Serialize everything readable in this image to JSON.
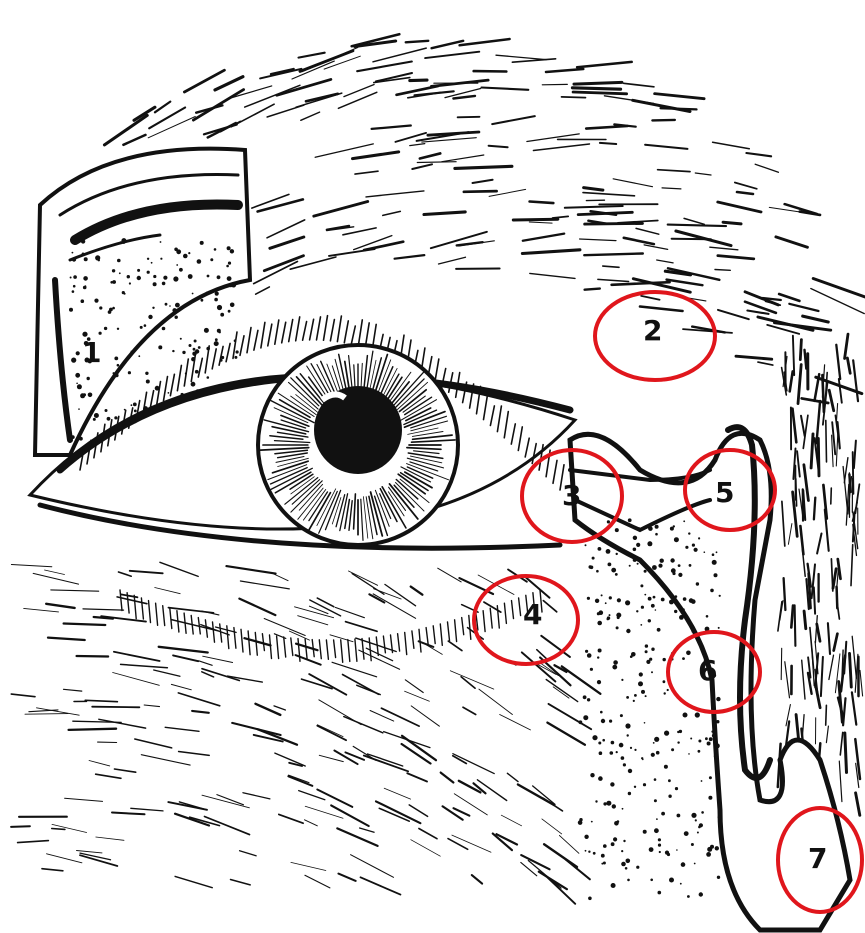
{
  "accent": "#e0161c",
  "callouts": [
    "1",
    "2",
    "3",
    "4",
    "5",
    "6",
    "7"
  ]
}
